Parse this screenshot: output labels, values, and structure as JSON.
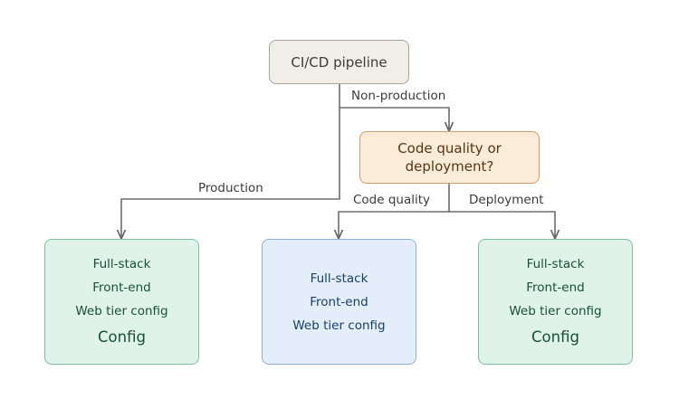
{
  "diagram": {
    "root": {
      "label": "CI/CD pipeline"
    },
    "decision": {
      "line1": "Code quality or",
      "line2": "deployment?"
    },
    "edges": {
      "non_production": "Non-production",
      "production": "Production",
      "code_quality": "Code quality",
      "deployment": "Deployment"
    },
    "leaves": [
      {
        "items": [
          "Full-stack",
          "Front-end",
          "Web tier config"
        ],
        "emphasis": "Config",
        "color": "#dff3eb"
      },
      {
        "items": [
          "Full-stack",
          "Front-end",
          "Web tier config"
        ],
        "color": "#e3eefa"
      },
      {
        "items": [
          "Full-stack",
          "Front-end",
          "Web tier config"
        ],
        "emphasis": "Config",
        "color": "#dff3eb"
      }
    ]
  }
}
